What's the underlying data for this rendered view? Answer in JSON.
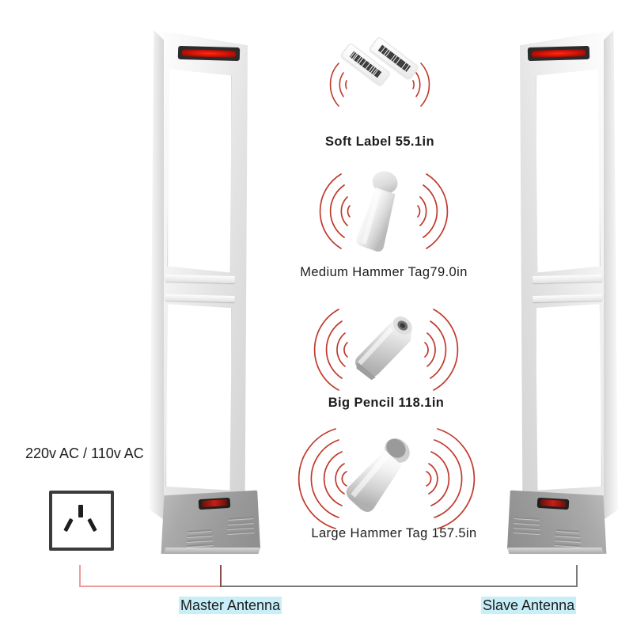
{
  "diagram": {
    "title": "EAS anti-theft antenna system detection range diagram",
    "power": {
      "voltage_label": "220v AC / 110v AC",
      "socket_icon": "power-socket-icon"
    },
    "antennas": [
      {
        "id": "master",
        "footer_label": "Master Antenna",
        "indicator": "red-led-indicator"
      },
      {
        "id": "slave",
        "footer_label": "Slave Antenna",
        "indicator": "red-led-indicator"
      }
    ],
    "brackets": [
      {
        "id": "master-bracket",
        "color": "#ef9a9a"
      },
      {
        "id": "slave-bracket",
        "color": "#7a7a7a"
      }
    ],
    "highlight_color": "#c8eef7",
    "wave_color": "#c0392b",
    "tags": [
      {
        "id": "soft-label",
        "caption": "Soft  Label  55.1in",
        "name": "Soft Label",
        "distance": "55.1in",
        "icon": "soft-label-tag-icon",
        "wave_arcs": 3
      },
      {
        "id": "medium-hammer-tag",
        "caption": "Medium Hammer Tag79.0in",
        "name": "Medium Hammer Tag",
        "distance": "79.0in",
        "icon": "hammer-tag-icon",
        "wave_arcs": 4
      },
      {
        "id": "big-pencil",
        "caption": "Big  Pencil  118.1in",
        "name": "Big Pencil",
        "distance": "118.1in",
        "icon": "pencil-tag-icon",
        "wave_arcs": 4
      },
      {
        "id": "large-hammer-tag",
        "caption": "Large Hammer Tag  157.5in",
        "name": "Large Hammer Tag",
        "distance": "157.5in",
        "icon": "hammer-tag-icon",
        "wave_arcs": 5
      }
    ]
  }
}
